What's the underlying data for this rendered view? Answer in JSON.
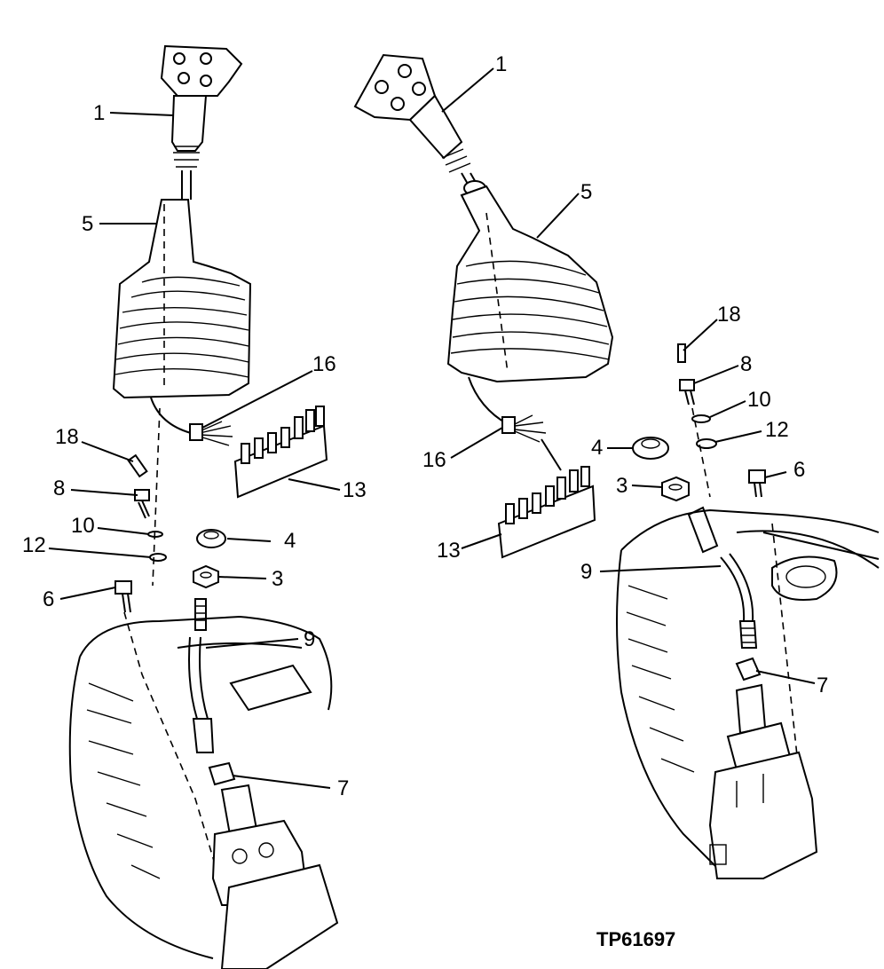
{
  "figure_id": "TP61697",
  "left_callouts": [
    "1",
    "5",
    "16",
    "13",
    "18",
    "8",
    "10",
    "12",
    "6",
    "4",
    "3",
    "9",
    "7"
  ],
  "right_callouts": [
    "1",
    "5",
    "18",
    "8",
    "10",
    "12",
    "4",
    "6",
    "3",
    "16",
    "13",
    "9",
    "7"
  ]
}
